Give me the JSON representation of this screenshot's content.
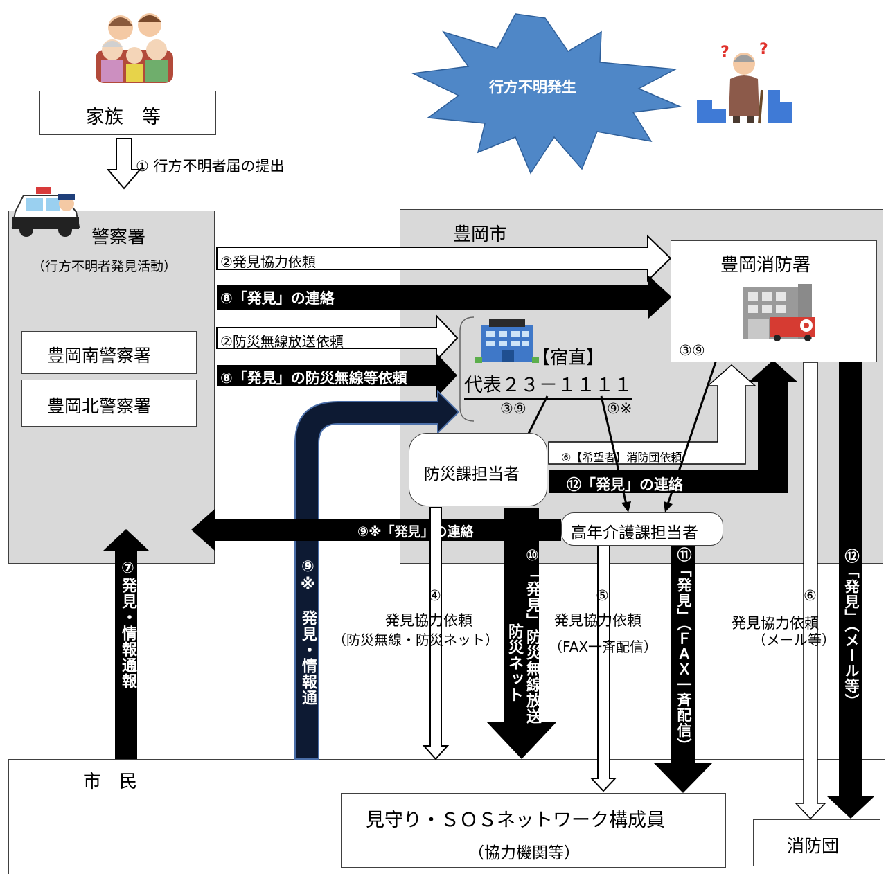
{
  "burst": {
    "label": "行方不明発生",
    "color": "#4f87c7"
  },
  "family": {
    "label": "家族　等"
  },
  "step1": {
    "label": "① 行方不明者届の提出"
  },
  "police": {
    "title": "警察署",
    "subtitle": "（行方不明者発見活動）",
    "stations": [
      "豊岡南警察署",
      "豊岡北警察署"
    ]
  },
  "city": {
    "title": "豊岡市"
  },
  "fire_station": {
    "title": "豊岡消防署",
    "note": "③⑨"
  },
  "city_hall": {
    "duty": "【宿直】",
    "phone": "代表２３－１１１１",
    "note_left": "③⑨",
    "note_right": "⑨※"
  },
  "disaster_staff": {
    "label": "防災課担当者"
  },
  "elderly_staff": {
    "label": "高年介護課担当者"
  },
  "arrows": {
    "a2_request": "②発見協力依頼",
    "a8_found": "⑧「発見」の連絡",
    "a2_radio": "②防災無線放送依頼",
    "a8_radio": "⑧「発見」の防災無線等依頼",
    "a6_brigade": "⑥【希望者】消防団依頼",
    "a12_found": "⑫「発見」の連絡",
    "a9_found": "⑨※「発見」の連絡",
    "a7": "⑦発見・情報通報",
    "a9_report": "⑨※　発見・情報通",
    "a4_num": "④",
    "a4_l1": "発見協力依頼",
    "a4_l2": "（防災無線・防災ネット）",
    "a10": "⑩「発見」防災無線放送",
    "a10_b": "防災ネット",
    "a5_num": "⑤",
    "a5_l1": "発見協力依頼",
    "a5_l2": "（FAX一斉配信）",
    "a11": "⑪「発見」（ＦＡＸ一斉配信）",
    "a6_num": "⑥",
    "a6_l1": "発見協力依頼",
    "a6_l2": "（メール等）",
    "a12_mail": "⑫「発見」（メール等）"
  },
  "citizens": {
    "label": "市　民"
  },
  "network": {
    "line1": "見守り・ＳＯＳネットワーク構成員",
    "line2": "（協力機関等）"
  },
  "brigade": {
    "label": "消防団"
  },
  "icons": [
    "family-illustration-icon",
    "police-car-icon",
    "lost-elderly-icon",
    "city-hall-icon",
    "fire-station-icon"
  ]
}
